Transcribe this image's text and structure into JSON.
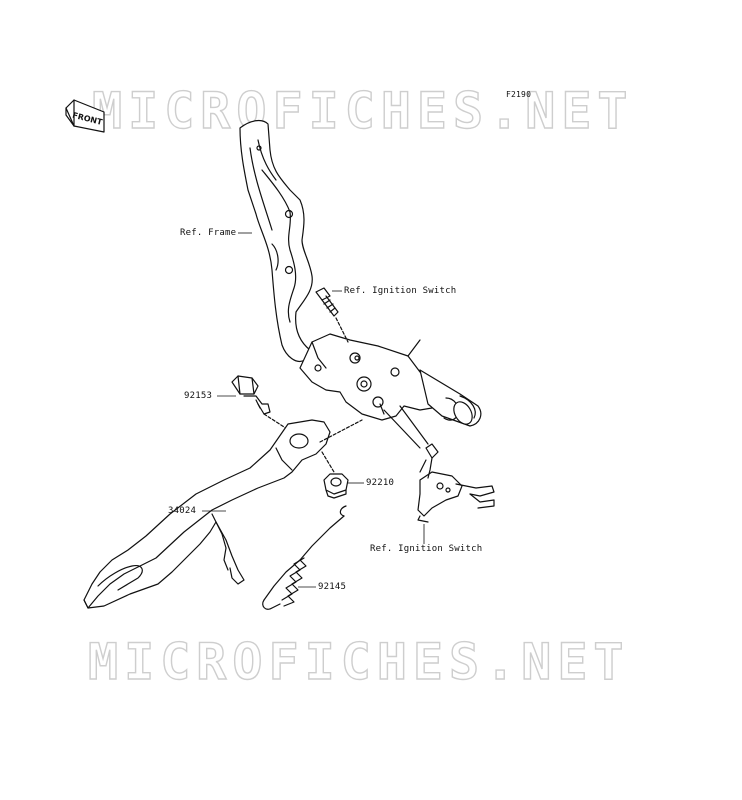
{
  "diagram_code": "F2190",
  "front_badge": "FRONT",
  "watermark_text": "MICROFICHES.NET",
  "labels": {
    "ref_frame": "Ref. Frame",
    "ref_ignition_switch_top": "Ref. Ignition Switch",
    "part_92153": "92153",
    "part_92210": "92210",
    "part_34024": "34024",
    "part_92145": "92145",
    "ref_ignition_switch_bottom": "Ref. Ignition Switch"
  },
  "colors": {
    "line": "#111111",
    "watermark": "#c9c9c9",
    "background": "#ffffff"
  }
}
